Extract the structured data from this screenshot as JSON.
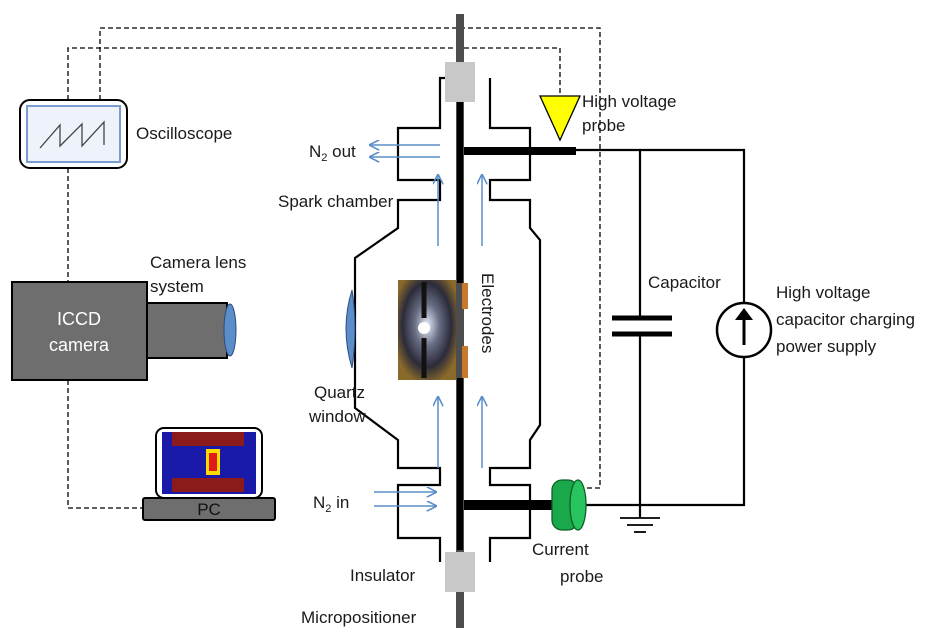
{
  "labels": {
    "oscilloscope": "Oscilloscope",
    "high_voltage_probe_line1": "High voltage",
    "high_voltage_probe_line2": "probe",
    "n2_out_prefix": "N",
    "n2_out_sub": "2",
    "n2_out_suffix": " out",
    "spark_chamber": "Spark chamber",
    "camera_lens_line1": "Camera lens",
    "camera_lens_line2": "system",
    "icdd_line1": "ICCD",
    "icdd_line2": "camera",
    "electrodes": "Electrodes",
    "capacitor": "Capacitor",
    "power_supply_line1": "High voltage",
    "power_supply_line2": "capacitor charging",
    "power_supply_line3": "power supply",
    "quartz_line1": "Quartz",
    "quartz_line2": "window",
    "n2_in_prefix": "N",
    "n2_in_sub": "2",
    "n2_in_suffix": " in",
    "pc": "PC",
    "current_probe_line1": "Current",
    "current_probe_line2": "probe",
    "insulator": "Insulator",
    "micropositioner": "Micropositioner"
  },
  "colors": {
    "line": "#000000",
    "insulator": "#c8c8c8",
    "rod": "#4d4d4d",
    "gas_arrow": "#5b8dc9",
    "hv_probe": "#ffff00",
    "current_probe": "#1aa84a",
    "camera_body": "#6e6e6e",
    "lens": "#5b8dc9",
    "electrode": "#c8782a",
    "pc_screen": "#1a1aa8",
    "pc_hot": "#8b1a1a"
  }
}
